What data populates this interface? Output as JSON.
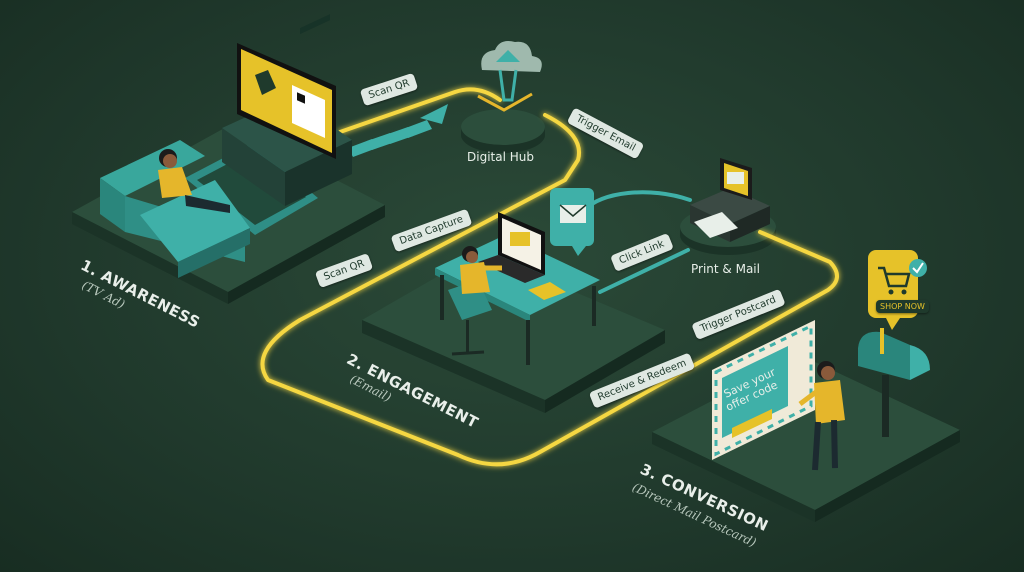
{
  "stages": [
    {
      "title": "1. AWARENESS",
      "subtitle": "(TV Ad)"
    },
    {
      "title": "2. ENGAGEMENT",
      "subtitle": "(Email)"
    },
    {
      "title": "3. CONVERSION",
      "subtitle": "(Direct Mail Postcard)"
    }
  ],
  "hubs": {
    "digital": "Digital Hub",
    "print": "Print & Mail"
  },
  "path_labels": {
    "scan_qr_top": "Scan QR",
    "trigger_email": "Trigger Email",
    "data_capture": "Data Capture",
    "scan_qr_left": "Scan QR",
    "click_link": "Click Link",
    "trigger_postcard": "Trigger Postcard",
    "receive_redeem": "Receive & Redeem"
  },
  "badges": {
    "shop_now": "SHOP NOW"
  },
  "postcard": {
    "line1": "Save your",
    "line2": "offer code"
  },
  "colors": {
    "path": "#f5d742",
    "accent": "#3fb0a8",
    "figure": "#e5b62b",
    "background": "#1f3a2c"
  }
}
